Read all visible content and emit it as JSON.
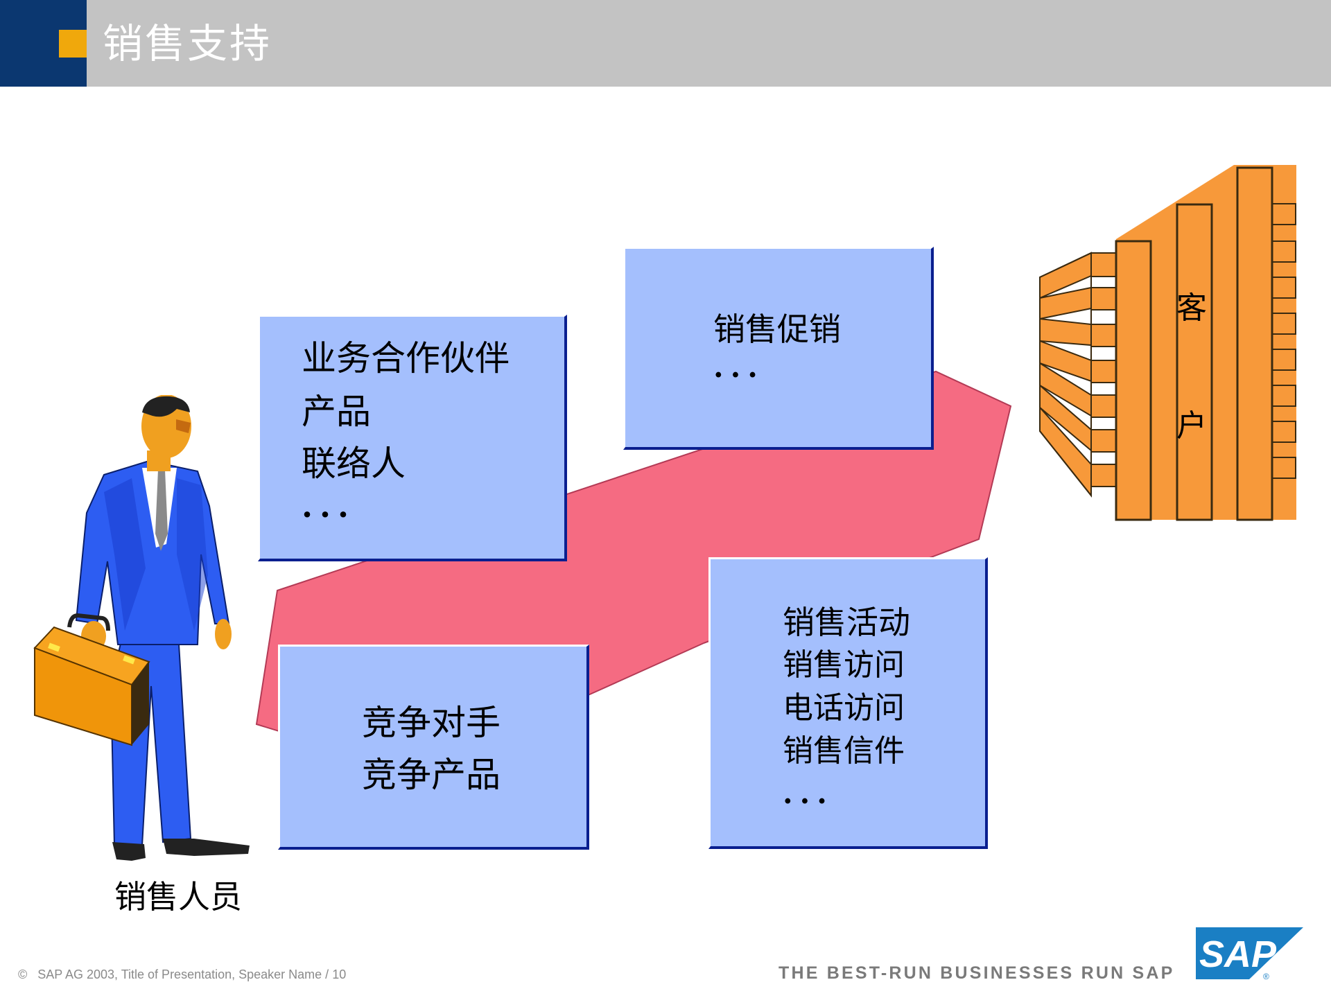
{
  "header": {
    "title": "销售支持"
  },
  "boxes": {
    "partners": {
      "lines": [
        "业务合作伙伴",
        "产品",
        "联络人",
        "..."
      ]
    },
    "promotion": {
      "lines": [
        "销售促销",
        "..."
      ]
    },
    "competition": {
      "lines": [
        "竞争对手",
        "竞争产品"
      ]
    },
    "activities": {
      "lines": [
        "销售活动",
        "销售访问",
        "电话访问",
        "销售信件",
        "..."
      ]
    }
  },
  "customer": {
    "label_1": "客",
    "label_2": "户"
  },
  "salesperson": {
    "label": "销售人员"
  },
  "footer": {
    "copyright_symbol": "©",
    "copyright": "SAP AG 2003, Title of Presentation, Speaker Name / 10",
    "tagline": "THE BEST-RUN BUSINESSES RUN SAP",
    "logo_text": "SAP",
    "logo_registered": "®"
  },
  "colors": {
    "navy": "#0b3770",
    "header_gray": "#c3c3c3",
    "accent_orange": "#f0a80c",
    "box_fill": "#a4bffd",
    "box_shadow": "#0a1f8f",
    "ribbon": "#f56b82",
    "building": "#f7993a",
    "suit": "#2d5df2",
    "sap_blue": "#1a7fc4"
  }
}
